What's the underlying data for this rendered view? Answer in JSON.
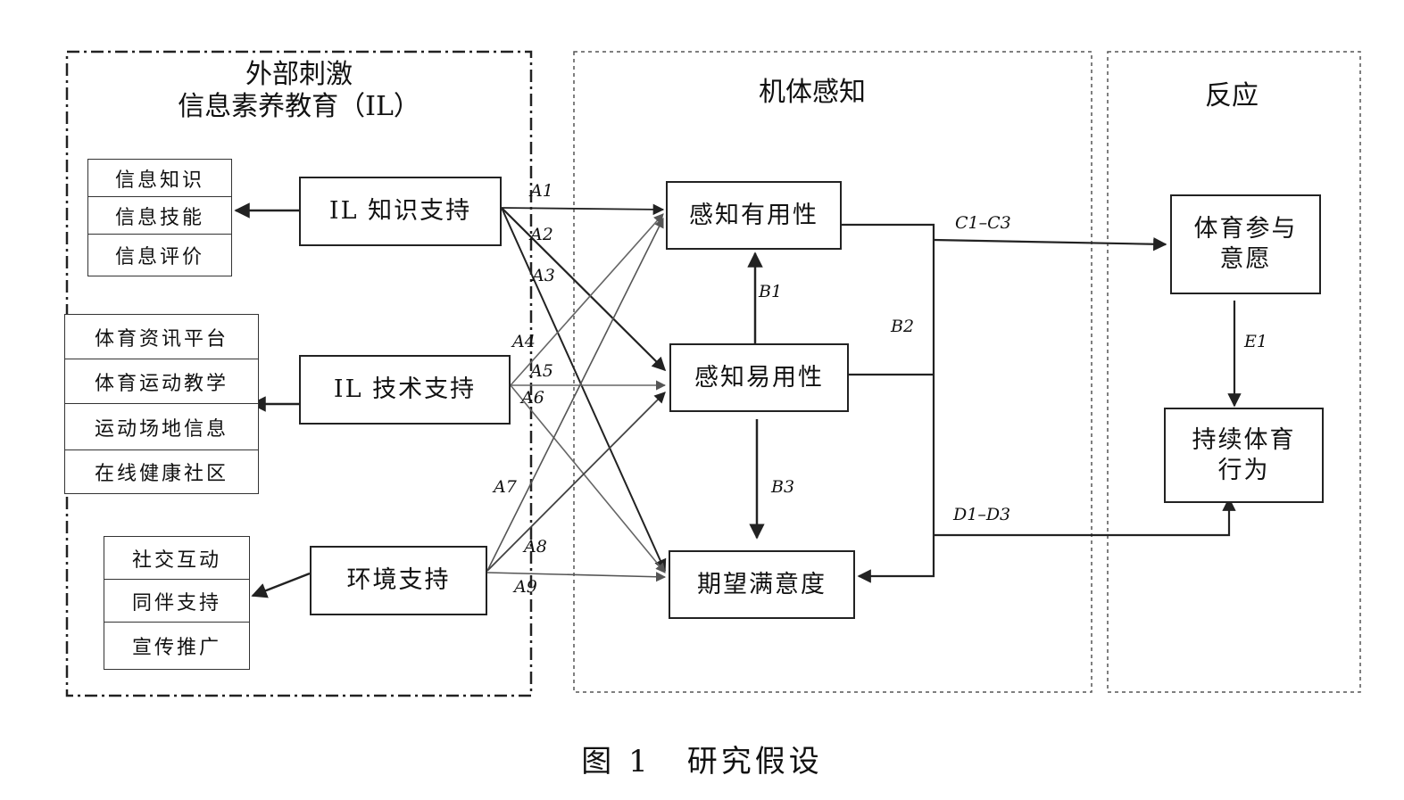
{
  "regions": {
    "stimulus": {
      "title_line1": "外部刺激",
      "title_line2": "信息素养教育（IL）"
    },
    "organism": {
      "title": "机体感知"
    },
    "response": {
      "title": "反应"
    }
  },
  "il_boxes": {
    "knowledge": "IL 知识支持",
    "technology": "IL 技术支持",
    "environment": "环境支持"
  },
  "sub_items": {
    "knowledge": [
      "信息知识",
      "信息技能",
      "信息评价"
    ],
    "technology": [
      "体育资讯平台",
      "体育运动教学",
      "运动场地信息",
      "在线健康社区"
    ],
    "environment": [
      "社交互动",
      "同伴支持",
      "宣传推广"
    ]
  },
  "perception": {
    "usefulness": "感知有用性",
    "ease_of_use": "感知易用性",
    "satisfaction": "期望满意度"
  },
  "response_boxes": {
    "intention_line1": "体育参与",
    "intention_line2": "意愿",
    "behavior_line1": "持续体育",
    "behavior_line2": "行为"
  },
  "path_labels": {
    "a1": "A1",
    "a2": "A2",
    "a3": "A3",
    "a4": "A4",
    "a5": "A5",
    "a6": "A6",
    "a7": "A7",
    "a8": "A8",
    "a9": "A9",
    "b1": "B1",
    "b2": "B2",
    "b3": "B3",
    "c": "C1–C3",
    "d": "D1–D3",
    "e1": "E1"
  },
  "caption": {
    "figure": "图 1",
    "title": "研究假设"
  }
}
